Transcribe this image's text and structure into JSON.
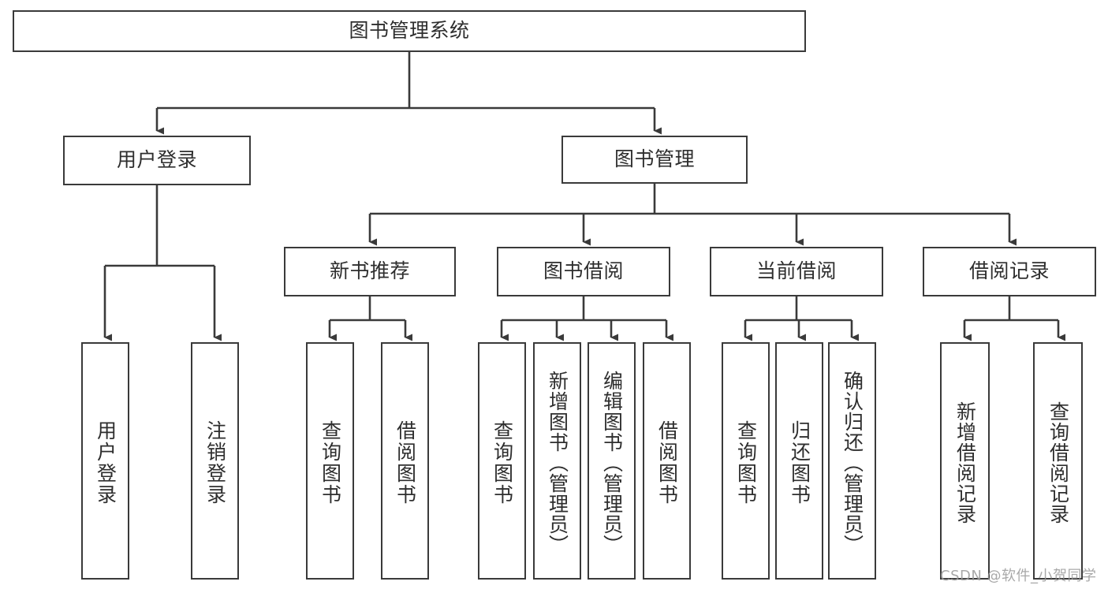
{
  "diagram": {
    "title": "图书管理系统",
    "type": "tree-hierarchy-chart",
    "background_color": "#ffffff",
    "box_border_color": "#3a3a3a",
    "text_color": "#2e2e2e",
    "connector_color": "#3a3a3a"
  },
  "nodes": {
    "root": {
      "label": "图书管理系统"
    },
    "level1": [
      {
        "id": "user-login",
        "label": "用户登录"
      },
      {
        "id": "book-management",
        "label": "图书管理"
      }
    ],
    "level2": [
      {
        "id": "new-book-recommend",
        "label": "新书推荐"
      },
      {
        "id": "book-borrow",
        "label": "图书借阅"
      },
      {
        "id": "current-borrow",
        "label": "当前借阅"
      },
      {
        "id": "borrow-record",
        "label": "借阅记录"
      }
    ],
    "leaves": {
      "user_login": [
        {
          "id": "leaf-user-login",
          "label": "用户登录"
        },
        {
          "id": "leaf-logout-login",
          "label": "注销登录"
        }
      ],
      "new_book_recommend": [
        {
          "id": "leaf-query-book-1",
          "label": "查询图书"
        },
        {
          "id": "leaf-borrow-book-1",
          "label": "借阅图书"
        }
      ],
      "book_borrow": [
        {
          "id": "leaf-query-book-2",
          "label": "查询图书"
        },
        {
          "id": "leaf-add-book",
          "label": "新增图书（管理员）"
        },
        {
          "id": "leaf-edit-book",
          "label": "编辑图书（管理员）"
        },
        {
          "id": "leaf-borrow-book-2",
          "label": "借阅图书"
        }
      ],
      "current_borrow": [
        {
          "id": "leaf-query-book-3",
          "label": "查询图书"
        },
        {
          "id": "leaf-return-book",
          "label": "归还图书"
        },
        {
          "id": "leaf-confirm-return",
          "label": "确认归还（管理员）"
        }
      ],
      "borrow_record": [
        {
          "id": "leaf-add-record",
          "label": "新增借阅记录"
        },
        {
          "id": "leaf-query-record",
          "label": "查询借阅记录"
        }
      ]
    }
  },
  "watermark": {
    "text": "CSDN @软件_小贺同学"
  }
}
